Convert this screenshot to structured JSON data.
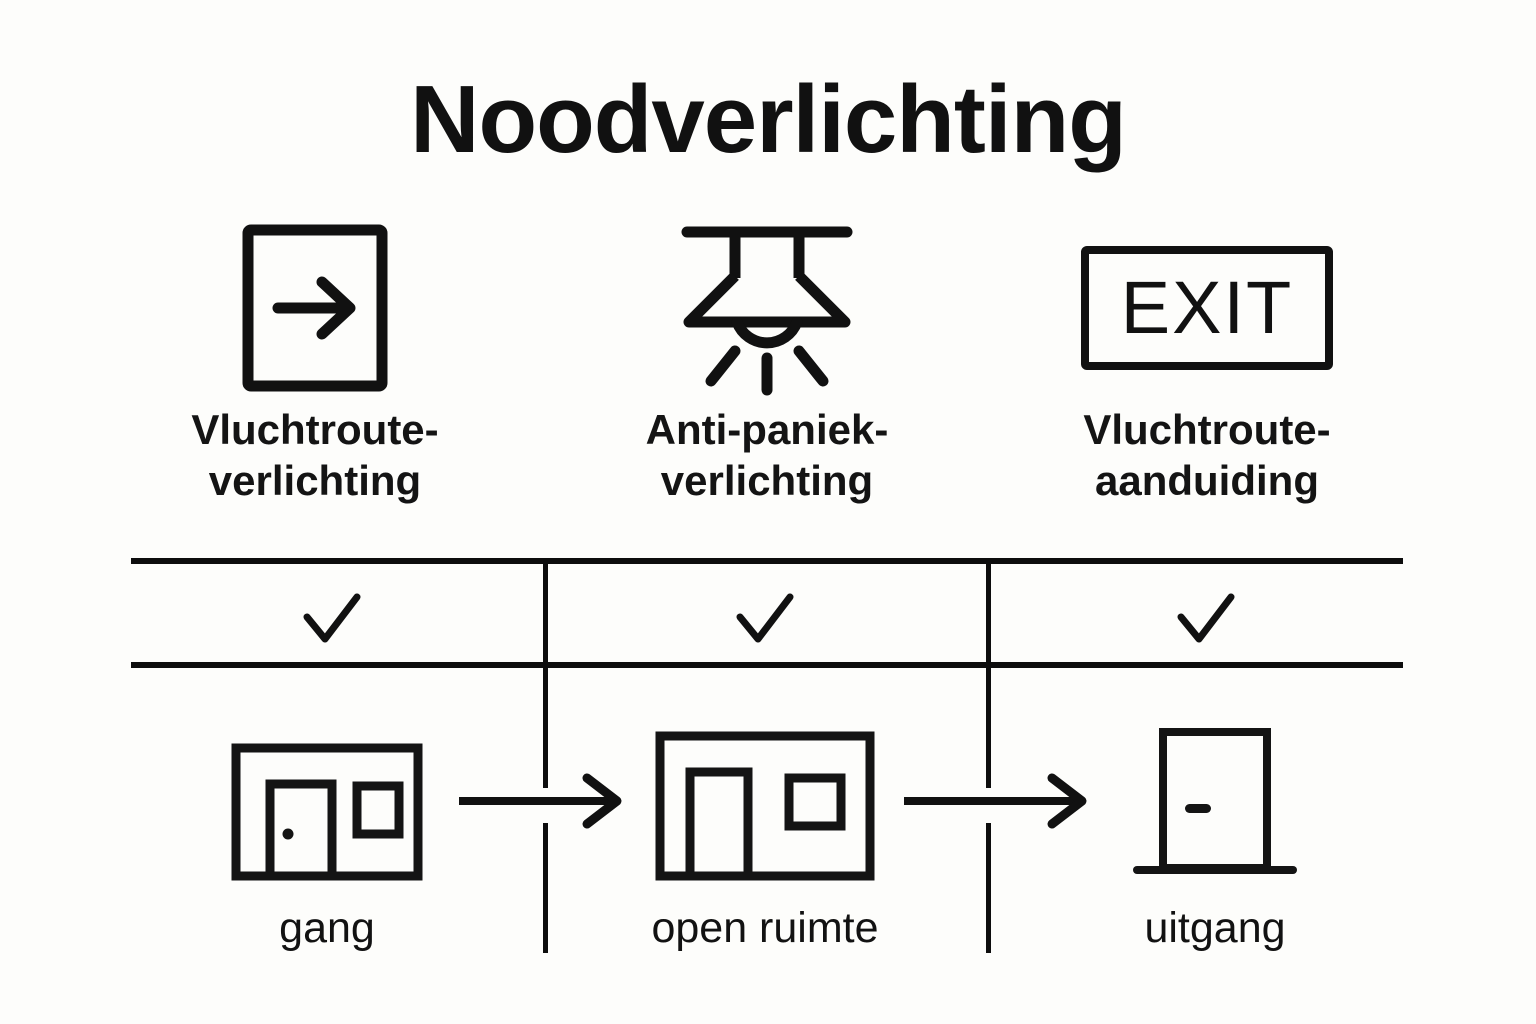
{
  "page": {
    "title": "Noodverlichting",
    "background_color": "#fdfdfb",
    "ink_color": "#111111"
  },
  "symbols": {
    "columns": [
      {
        "icon": "exit-route-arrow-sign-icon",
        "label": "Vluchtroute-\nverlichting",
        "check": "✓",
        "check_present": true
      },
      {
        "icon": "ceiling-lamp-rays-icon",
        "label": "Anti-paniek-\nverlichting",
        "check": "✓",
        "check_present": true
      },
      {
        "icon": "exit-sign-icon",
        "icon_text": "EXIT",
        "label": "Vluchtroute-\naanduiding",
        "check": "✓",
        "check_present": true
      }
    ]
  },
  "flow": {
    "steps": [
      {
        "icon": "room-with-door-and-window-icon",
        "label": "gang"
      },
      {
        "icon": "open-room-with-doorway-and-window-icon",
        "label": "open ruimte"
      },
      {
        "icon": "exit-door-icon",
        "label": "uitgang"
      }
    ],
    "connectors": [
      {
        "icon": "arrow-right-icon"
      },
      {
        "icon": "arrow-right-icon"
      }
    ]
  }
}
